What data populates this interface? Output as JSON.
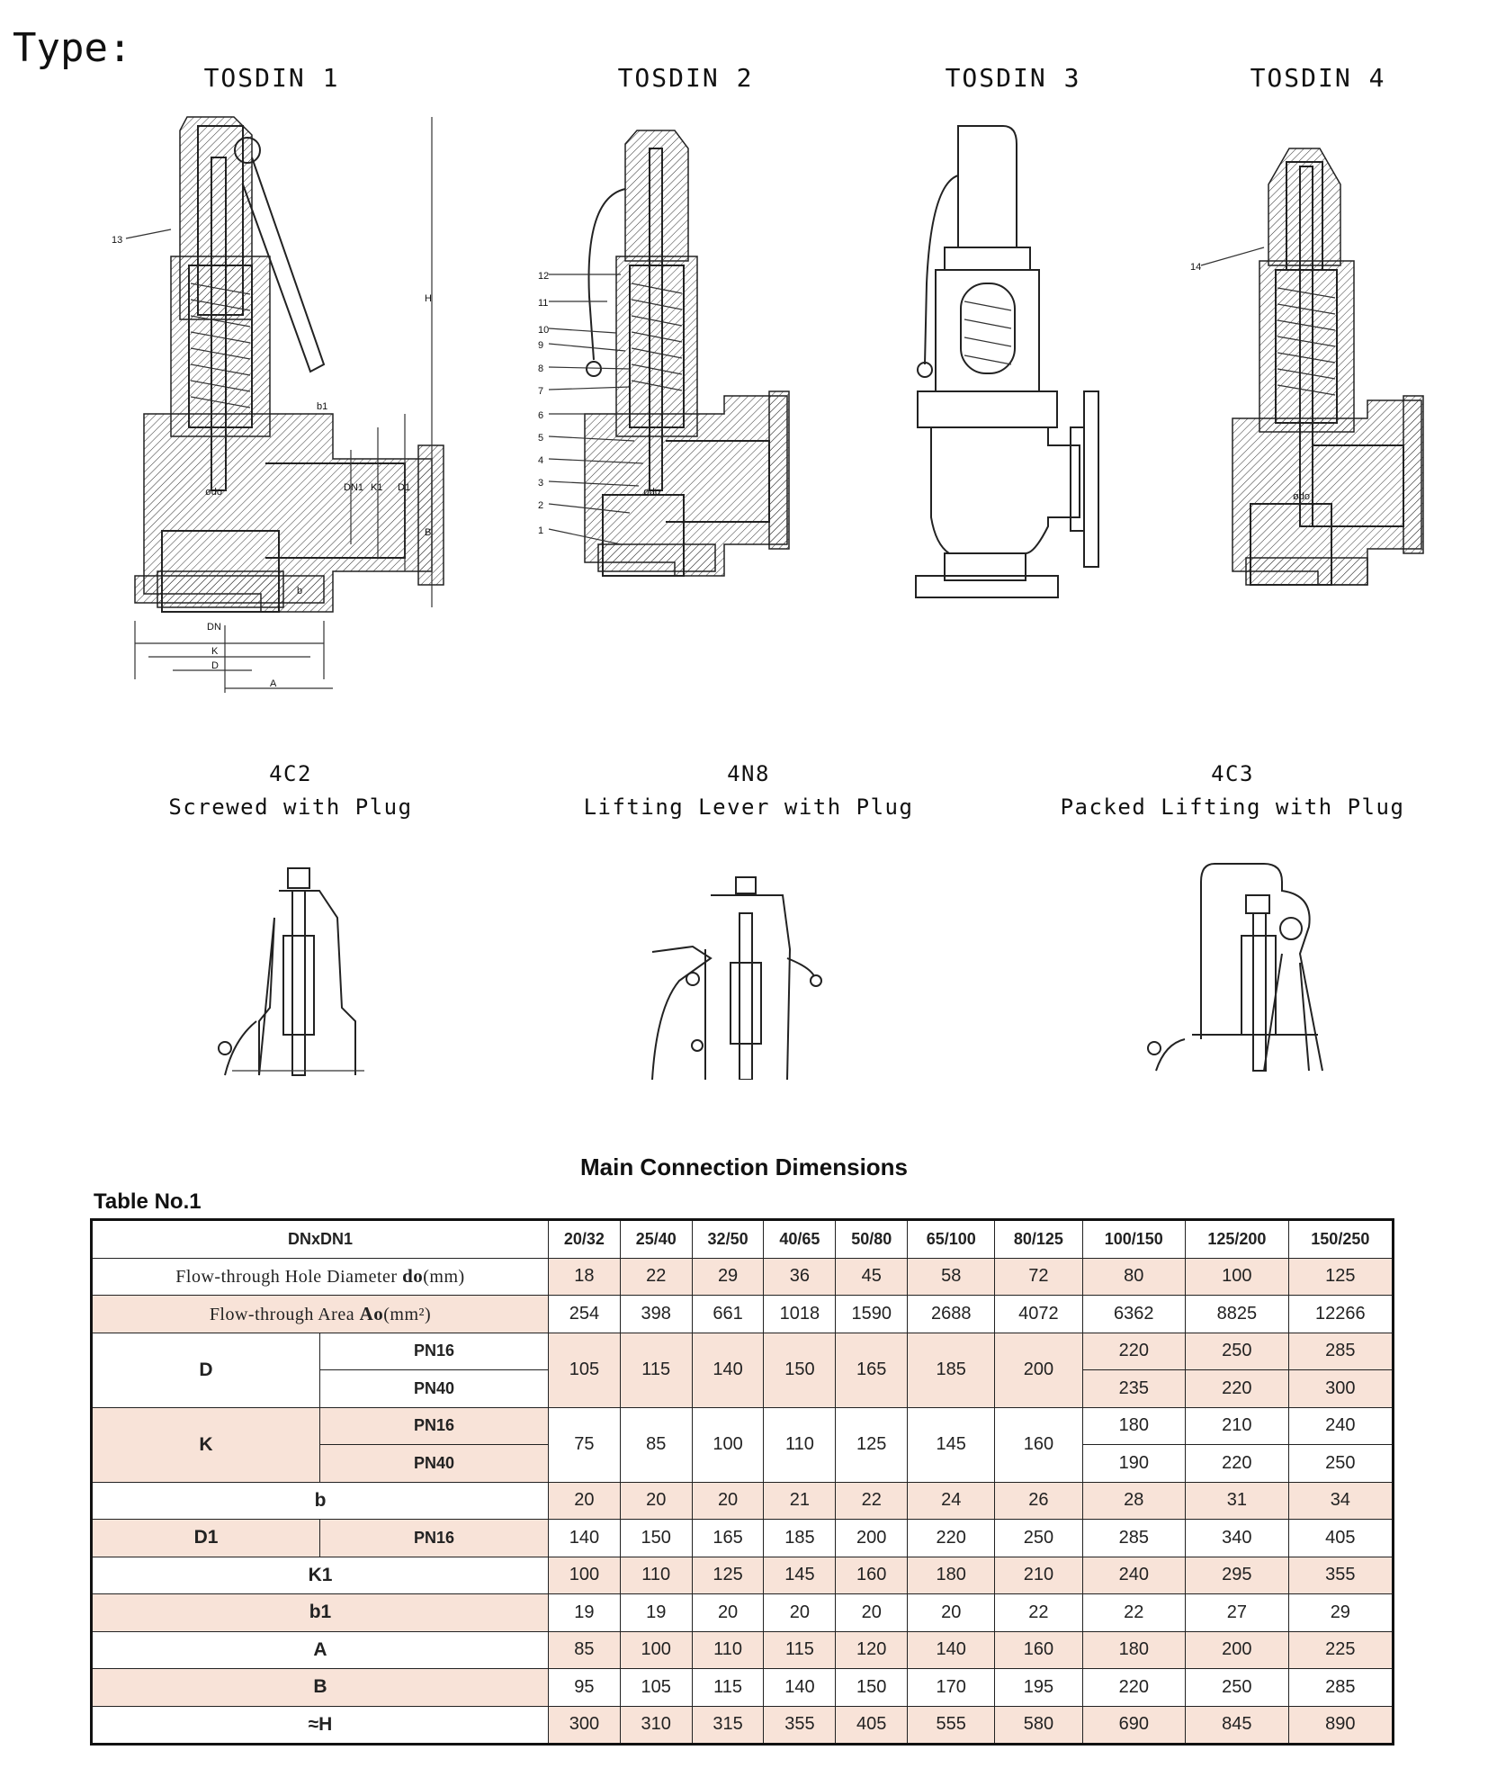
{
  "header": {
    "type_label": "Type:"
  },
  "variants": [
    {
      "title": "TOSDIN 1"
    },
    {
      "title": "TOSDIN 2"
    },
    {
      "title": "TOSDIN 3"
    },
    {
      "title": "TOSDIN 4"
    }
  ],
  "sub_variants": [
    {
      "code": "4C2",
      "desc": "Screwed with Plug"
    },
    {
      "code": "4N8",
      "desc": "Lifting Lever with Plug"
    },
    {
      "code": "4C3",
      "desc": "Packed Lifting with Plug"
    }
  ],
  "drawing_labels": {
    "t1": [
      "13",
      "b1",
      "DN1",
      "K1",
      "D1",
      "H",
      "B",
      "b",
      "ødo",
      "DN",
      "K",
      "D",
      "A"
    ],
    "t2_parts": [
      "12",
      "11",
      "10",
      "9",
      "8",
      "7",
      "6",
      "5",
      "4",
      "3",
      "2",
      "1"
    ],
    "t2_do": "ødo",
    "t4": [
      "14",
      "ødo"
    ]
  },
  "table": {
    "title": "Main Connection Dimensions",
    "number": "Table No.1",
    "header_label": "DNxDN1",
    "columns": [
      "20/32",
      "25/40",
      "32/50",
      "40/65",
      "50/80",
      "65/100",
      "80/125",
      "100/150",
      "125/200",
      "150/250"
    ],
    "do_label_prefix": "Flow-through Hole Diameter ",
    "do_label_sym": "do",
    "do_label_unit": "(mm)",
    "do_values": [
      "18",
      "22",
      "29",
      "36",
      "45",
      "58",
      "72",
      "80",
      "100",
      "125"
    ],
    "ao_label_prefix": "Flow-through  Area ",
    "ao_label_sym": "Ao",
    "ao_label_unit": "(mm²)",
    "ao_values": [
      "254",
      "398",
      "661",
      "1018",
      "1590",
      "2688",
      "4072",
      "6362",
      "8825",
      "12266"
    ],
    "d_label": "D",
    "pn16": "PN16",
    "pn40": "PN40",
    "d_common": [
      "105",
      "115",
      "140",
      "150",
      "165",
      "185",
      "200"
    ],
    "d_pn16_tail": [
      "220",
      "250",
      "285"
    ],
    "d_pn40_tail": [
      "235",
      "220",
      "300"
    ],
    "k_label": "K",
    "k_common": [
      "75",
      "85",
      "100",
      "110",
      "125",
      "145",
      "160"
    ],
    "k_pn16_tail": [
      "180",
      "210",
      "240"
    ],
    "k_pn40_tail": [
      "190",
      "220",
      "250"
    ],
    "b_label": "b",
    "b_values": [
      "20",
      "20",
      "20",
      "21",
      "22",
      "24",
      "26",
      "28",
      "31",
      "34"
    ],
    "d1_label": "D1",
    "d1_values": [
      "140",
      "150",
      "165",
      "185",
      "200",
      "220",
      "250",
      "285",
      "340",
      "405"
    ],
    "k1_label": "K1",
    "k1_values": [
      "100",
      "110",
      "125",
      "145",
      "160",
      "180",
      "210",
      "240",
      "295",
      "355"
    ],
    "b1_label": "b1",
    "b1_values": [
      "19",
      "19",
      "20",
      "20",
      "20",
      "20",
      "22",
      "22",
      "27",
      "29"
    ],
    "a_label": "A",
    "a_values": [
      "85",
      "100",
      "110",
      "115",
      "120",
      "140",
      "160",
      "180",
      "200",
      "225"
    ],
    "bb_label": "B",
    "bb_values": [
      "95",
      "105",
      "115",
      "140",
      "150",
      "170",
      "195",
      "220",
      "250",
      "285"
    ],
    "h_label": "≈H",
    "h_values": [
      "300",
      "310",
      "315",
      "355",
      "405",
      "555",
      "580",
      "690",
      "845",
      "890"
    ]
  }
}
